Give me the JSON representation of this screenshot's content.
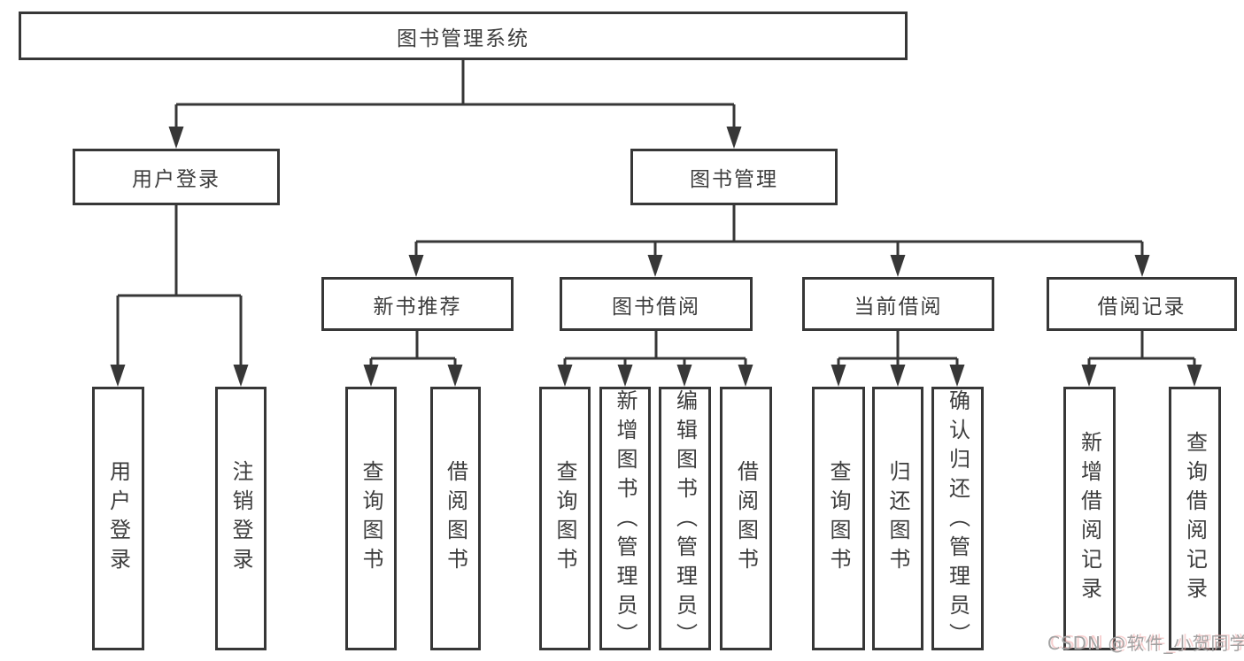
{
  "root": {
    "label": "图书管理系统"
  },
  "level2": [
    {
      "label": "用户登录"
    },
    {
      "label": "图书管理"
    }
  ],
  "level3": [
    {
      "label": "新书推荐"
    },
    {
      "label": "图书借阅"
    },
    {
      "label": "当前借阅"
    },
    {
      "label": "借阅记录"
    }
  ],
  "leaves": {
    "user_login": [
      "用户登录",
      "注销登录"
    ],
    "new_book": [
      "查询图书",
      "借阅图书"
    ],
    "book_borrow": [
      "查询图书",
      "新增图书（管理员）",
      "编辑图书（管理员）",
      "借阅图书"
    ],
    "current_borrow": [
      "查询图书",
      "归还图书",
      "确认归还（管理员）"
    ],
    "borrow_record": [
      "新增借阅记录",
      "查询借阅记录"
    ]
  },
  "watermark": {
    "text": "CSDN @软件_小贺同学"
  },
  "colors": {
    "line": "#373737",
    "text": "#3d3d3d",
    "watermark": "#a2a2a2"
  }
}
